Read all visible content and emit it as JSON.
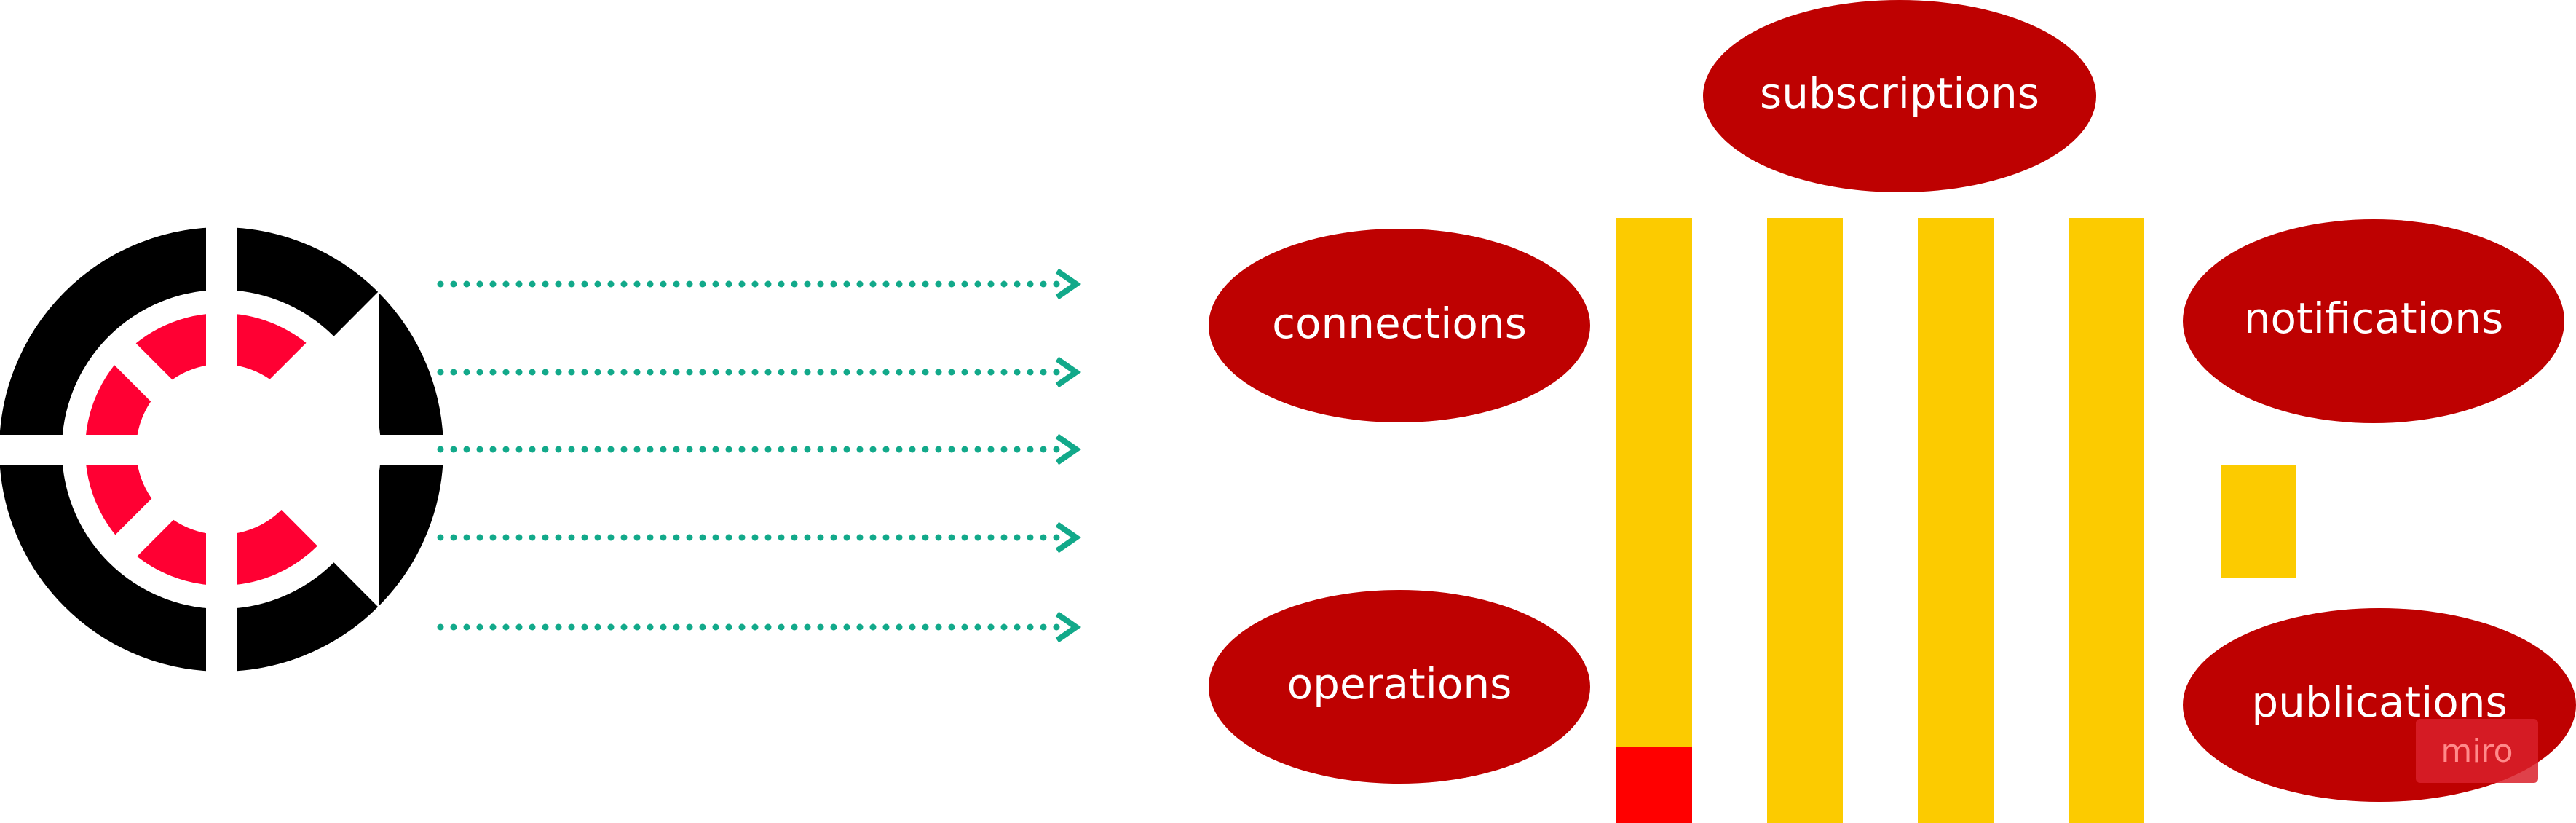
{
  "diagram": {
    "nodes": {
      "subscriptions": "subscriptions",
      "connections": "connections",
      "notifications": "notifications",
      "operations": "operations",
      "publications": "publications"
    },
    "arrow_count": 5,
    "colors": {
      "ellipse_fill": "#be0101",
      "column_fill": "#fccb00",
      "column_alert": "#ff0000",
      "arrow": "#12a98a",
      "logo_ring": "#000000",
      "logo_inner": "#ff0033"
    }
  },
  "watermark": {
    "text": "miro"
  }
}
